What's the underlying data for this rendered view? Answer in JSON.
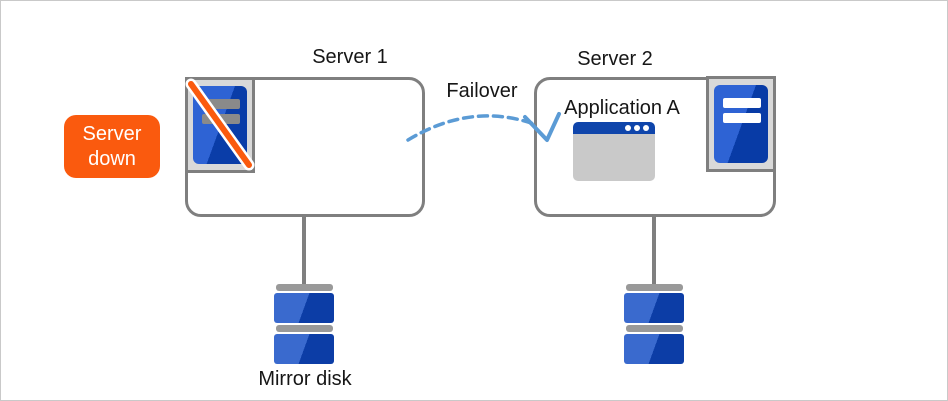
{
  "diagram": {
    "type": "failover-cluster-diagram",
    "labels": {
      "server1": "Server 1",
      "server2": "Server 2",
      "failover": "Failover",
      "application": "Application A",
      "mirror_disk": "Mirror disk",
      "server_down": "Server down"
    },
    "nodes": [
      {
        "name": "Server 1",
        "status": "down",
        "icon": "server-down-icon",
        "attached_storage": "mirror disk"
      },
      {
        "name": "Server 2",
        "status": "up",
        "icon": "server-up-icon",
        "running": "Application A",
        "attached_storage": "mirror disk"
      }
    ],
    "arrow": {
      "label": "Failover",
      "from": "Server 1",
      "to": "Server 2",
      "style": "dashed-curved"
    },
    "colors": {
      "badge_orange": "#fa5a0e",
      "slash_orange": "#fa5a0e",
      "server_blue_light": "#2e63d4",
      "server_blue_dark": "#083ba6",
      "disk_blue_light": "#3a6ace",
      "disk_blue_dark": "#0c3da6",
      "window_titlebar_blue": "#0f45ab",
      "arrow_blue": "#5b9bd5",
      "border_gray": "#7f7f7f",
      "frame_fill_gray": "#d9d9d9",
      "disk_cap_gray": "#999999"
    }
  }
}
